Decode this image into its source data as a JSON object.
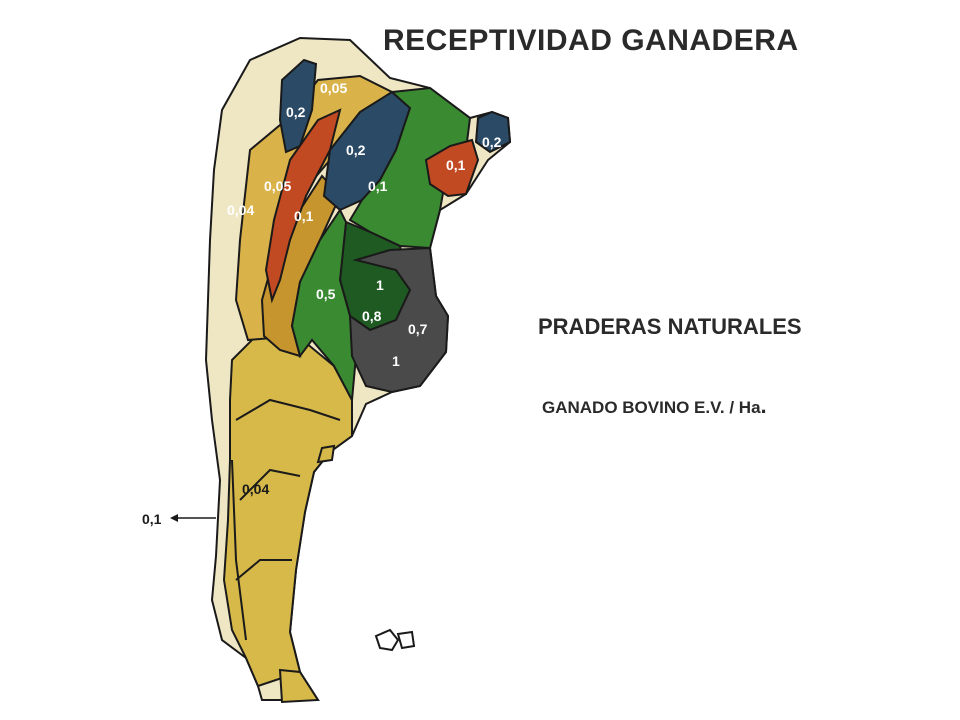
{
  "title": "RECEPTIVIDAD  GANADERA",
  "subtitle": "PRADERAS NATURALES",
  "units_text": "GANADO BOVINO E.V. / Ha",
  "units_suffix": ".",
  "colors": {
    "cream": "#efe6c4",
    "yellow": "#d7b94a",
    "ochre": "#c6952e",
    "red_orange": "#c24a22",
    "dark_blue": "#2a4a66",
    "green": "#3a8a32",
    "dark_green": "#1f5a22",
    "gray": "#4a4a4a",
    "boundary": "#1a1a1a"
  },
  "regions": [
    {
      "id": "north-west-cream",
      "value": "0,04"
    },
    {
      "id": "puna-blue",
      "value": "0,2"
    },
    {
      "id": "north-yellow",
      "value": "0,05"
    },
    {
      "id": "chaco-blue",
      "value": "0,2"
    },
    {
      "id": "misiones-red",
      "value": "0,2"
    },
    {
      "id": "corrientes-red",
      "value": "0,1"
    },
    {
      "id": "monte-yellow",
      "value": "0,05"
    },
    {
      "id": "espinal-red",
      "value": "0,1"
    },
    {
      "id": "litoral-green",
      "value": "0,1"
    },
    {
      "id": "pampa-green",
      "value": "0,5"
    },
    {
      "id": "pampa-gray-north",
      "value": "1"
    },
    {
      "id": "pampa-gray-center",
      "value": "0,8"
    },
    {
      "id": "pampa-gray-east",
      "value": "0,7"
    },
    {
      "id": "pampa-gray-south",
      "value": "1"
    },
    {
      "id": "patagonia-yellow",
      "value": "0,04"
    },
    {
      "id": "andes-strip",
      "value": "0,1"
    }
  ],
  "labels": [
    {
      "text": "0,05",
      "tone": "light"
    },
    {
      "text": "0,2",
      "tone": "light"
    },
    {
      "text": "0,2",
      "tone": "light"
    },
    {
      "text": "0,2",
      "tone": "light"
    },
    {
      "text": "0,1",
      "tone": "light"
    },
    {
      "text": "0,05",
      "tone": "light"
    },
    {
      "text": "0,1",
      "tone": "light"
    },
    {
      "text": "0,04",
      "tone": "light"
    },
    {
      "text": "0,1",
      "tone": "light"
    },
    {
      "text": "1",
      "tone": "light"
    },
    {
      "text": "0,5",
      "tone": "light"
    },
    {
      "text": "0,8",
      "tone": "light"
    },
    {
      "text": "0,7",
      "tone": "light"
    },
    {
      "text": "1",
      "tone": "light"
    },
    {
      "text": "0,04",
      "tone": "dark"
    },
    {
      "text": "0,1",
      "tone": "dark"
    }
  ]
}
